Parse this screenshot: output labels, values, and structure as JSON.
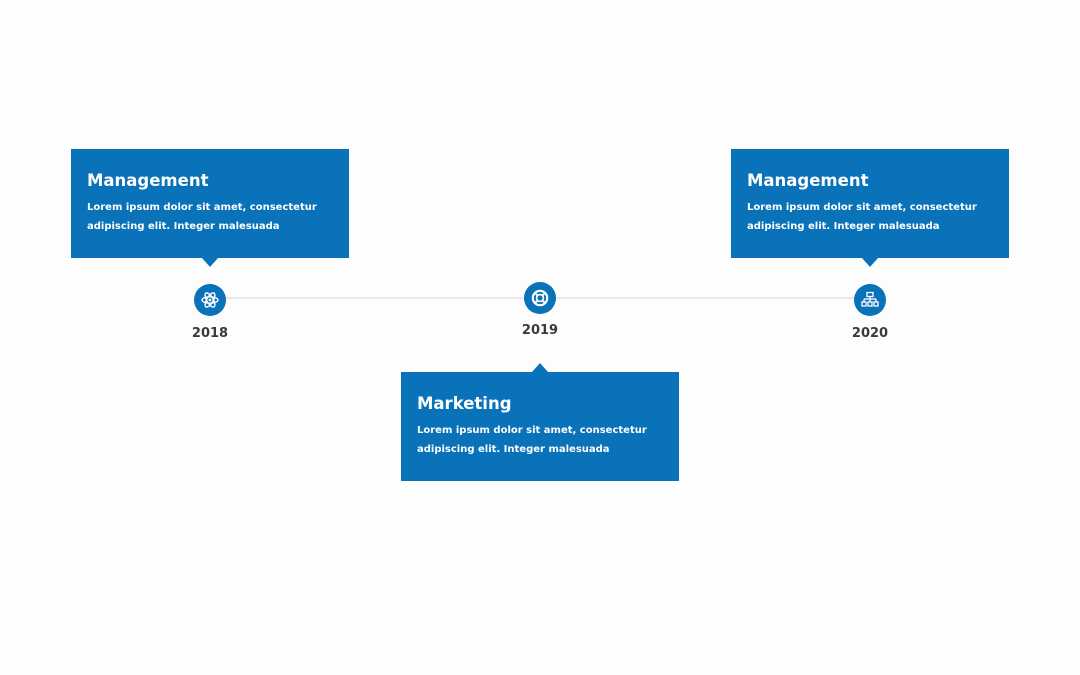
{
  "milestones": [
    {
      "year": "2018",
      "title": "Management",
      "line1": "Lorem ipsum dolor sit amet, consectetur",
      "line2": "adipiscing elit. Integer malesuada",
      "icon": "atom-icon"
    },
    {
      "year": "2019",
      "title": "Marketing",
      "line1": "Lorem ipsum dolor sit amet, consectetur",
      "line2": "adipiscing elit. Integer malesuada",
      "icon": "lifebuoy-icon"
    },
    {
      "year": "2020",
      "title": "Management",
      "line1": "Lorem ipsum dolor sit amet, consectetur",
      "line2": "adipiscing elit. Integer malesuada",
      "icon": "hierarchy-icon"
    }
  ],
  "colors": {
    "accent": "#0a72b9",
    "line": "#e6e9ed",
    "year_text": "#3a3a3a",
    "background": "#fdfdfd"
  }
}
